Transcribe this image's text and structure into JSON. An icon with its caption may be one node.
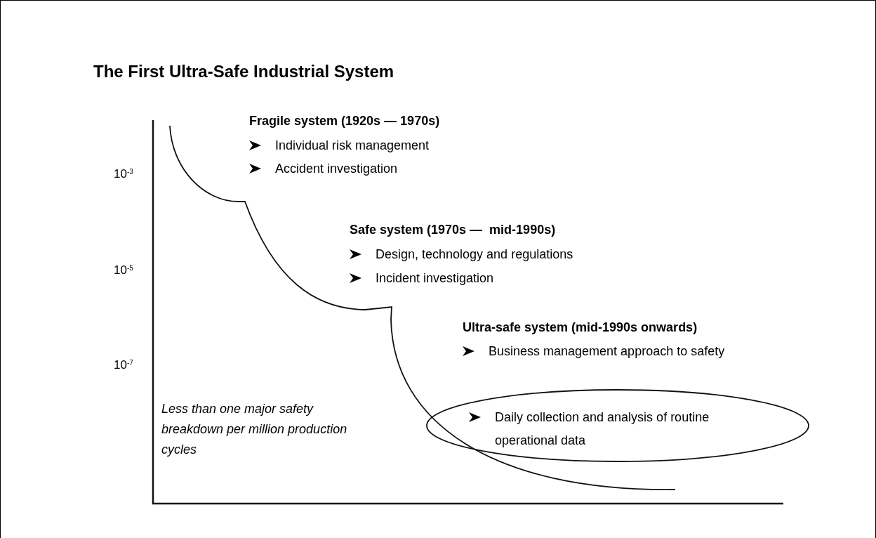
{
  "diagram": {
    "title": "The First Ultra-Safe Industrial System",
    "nodes": [
      {
        "text": [
          "Daily collection and analysis of routine operational data"
        ]
      }
    ],
    "labels": [
      "Fragile system (1920s — 1970s)",
      "Individual risk management",
      "Accident investigation",
      "10$^{-3}$",
      "Safe system (1970s —  mid-1990s)",
      "Design, technology and regulations",
      "Incident investigation",
      "10$^{-5}$",
      "Ultra-safe system (mid-1990s onwards)",
      "Business management approach to safety",
      "10$^{-7}$",
      "Less than one major safety breakdown per million production cycles"
    ]
  }
}
